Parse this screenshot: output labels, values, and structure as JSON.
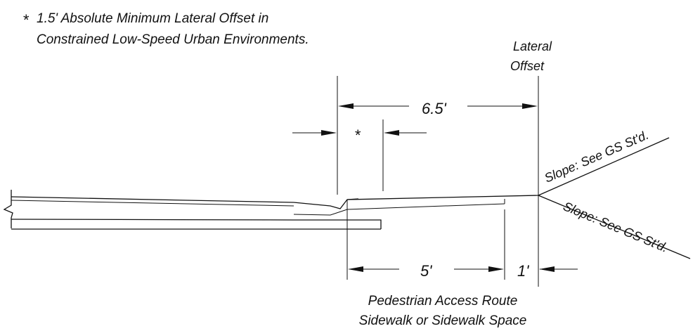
{
  "note": {
    "symbol": "*",
    "line1": "1.5' Absolute Minimum Lateral Offset in",
    "line2": "Constrained Low-Speed Urban Environments."
  },
  "lateral_offset": {
    "line1": "Lateral",
    "line2": "Offset"
  },
  "dims": {
    "total": "6.5'",
    "min_mark": "*",
    "sidewalk": "5'",
    "buffer": "1'"
  },
  "slopes": {
    "upper": "Slope: See GS St'd.",
    "lower": "Slope: See GS St'd."
  },
  "caption": {
    "line1": "Pedestrian Access Route",
    "line2": "Sidewalk or Sidewalk Space"
  },
  "colors": {
    "ink": "#111111",
    "background": "#ffffff"
  }
}
